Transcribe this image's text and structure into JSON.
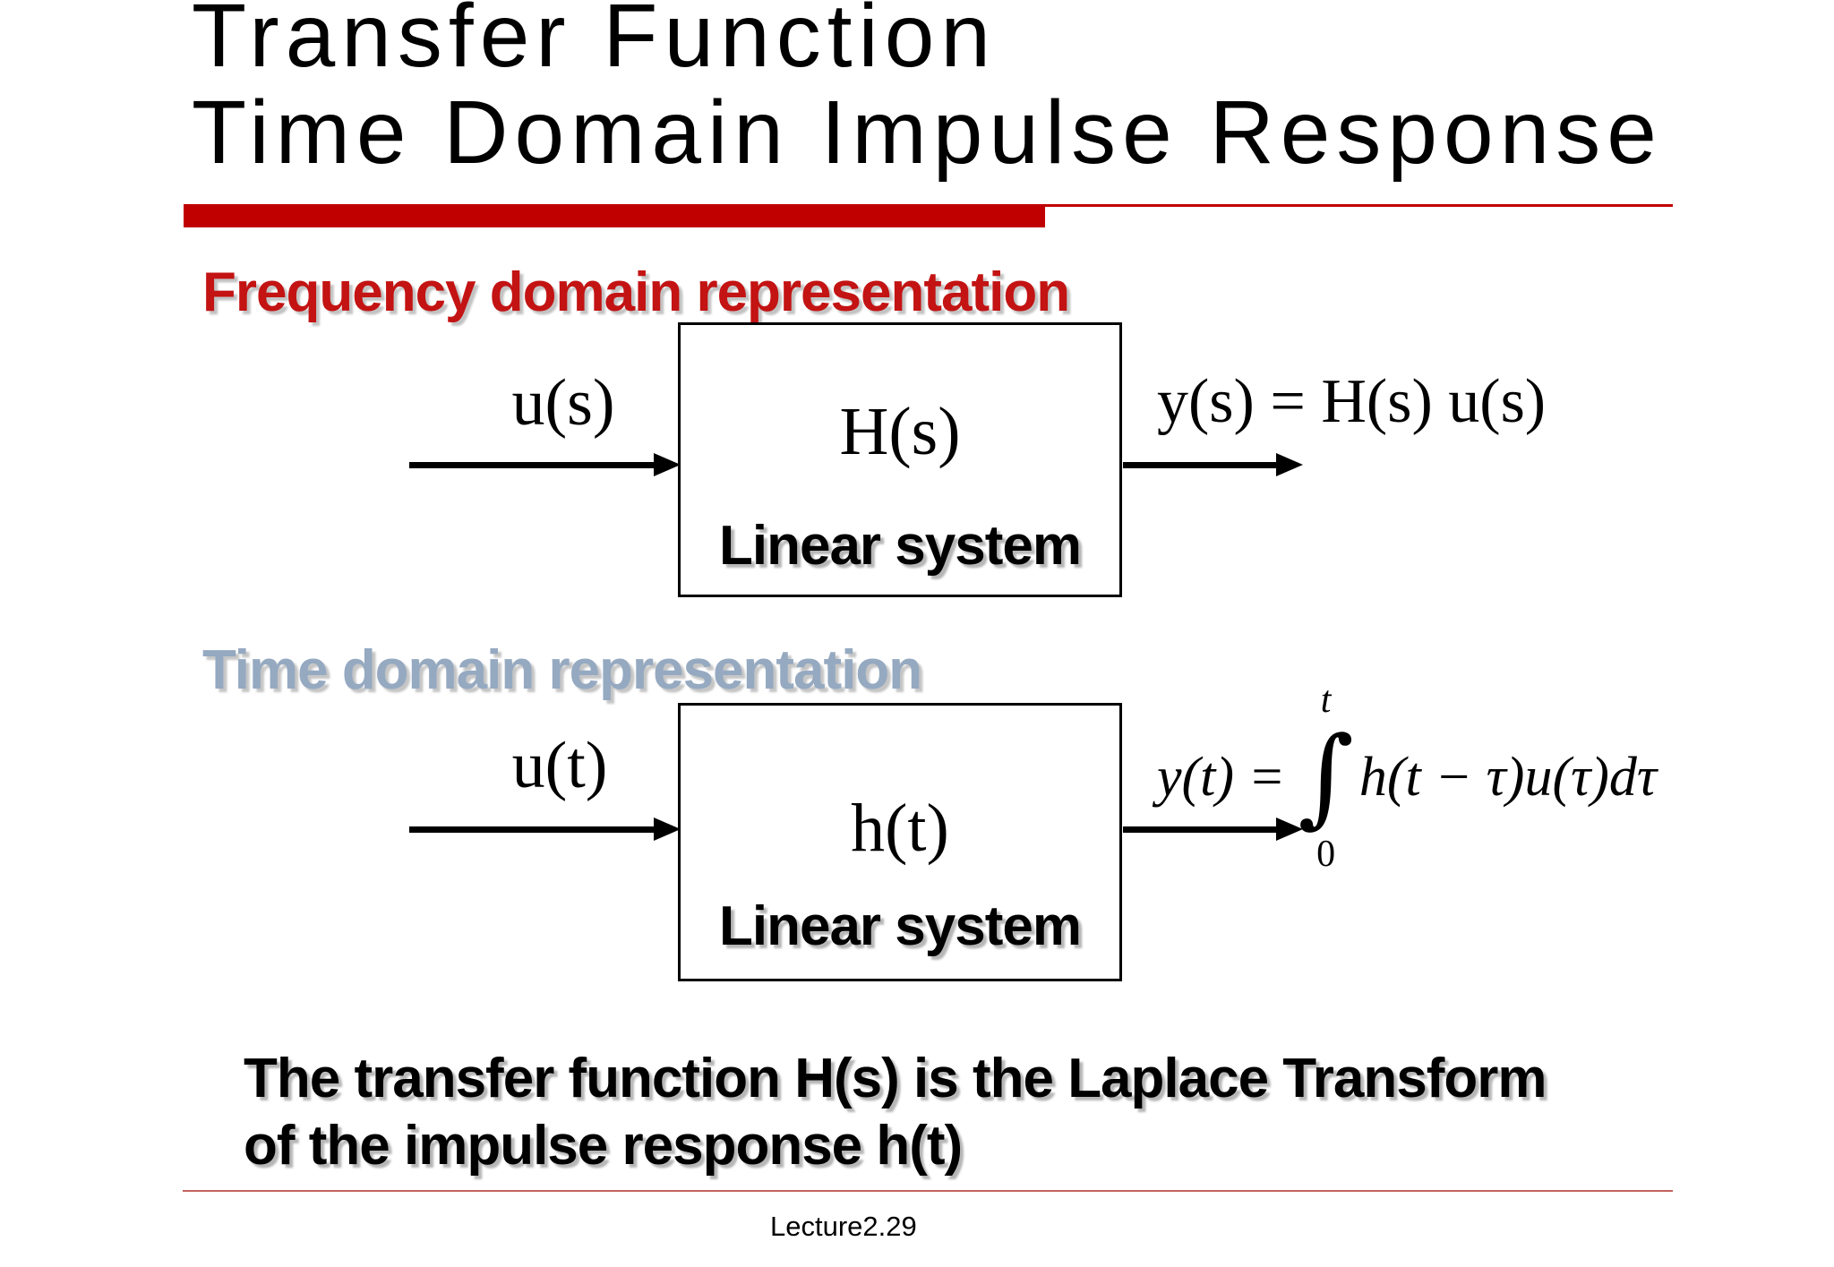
{
  "slide": {
    "title": {
      "line1": "Transfer Function",
      "line2": "Time Domain Impulse Response"
    },
    "footer": {
      "page_label": "Lecture2.29"
    }
  },
  "colors": {
    "accent_red": "#c00000",
    "heading_red": "#c31313",
    "heading_blue_gray": "#95a9c1",
    "footer_line": "#c0625e"
  },
  "frequency_section": {
    "heading": "Frequency domain representation",
    "input_label": "u(s)",
    "block": {
      "label": "H(s)",
      "sublabel": "Linear system"
    },
    "output_label": "y(s) = H(s) u(s)"
  },
  "time_section": {
    "heading": "Time domain representation",
    "input_label": "u(t)",
    "block": {
      "label": "h(t)",
      "sublabel": "Linear system"
    },
    "output_formula": {
      "lhs": "y(t) =",
      "upper_limit": "t",
      "integral_sign": "∫",
      "lower_limit": "0",
      "integrand": "h(t − τ)u(τ)dτ"
    }
  },
  "statement": {
    "line1": "The transfer function H(s) is the Laplace Transform",
    "line2": "of the impulse response h(t)"
  }
}
